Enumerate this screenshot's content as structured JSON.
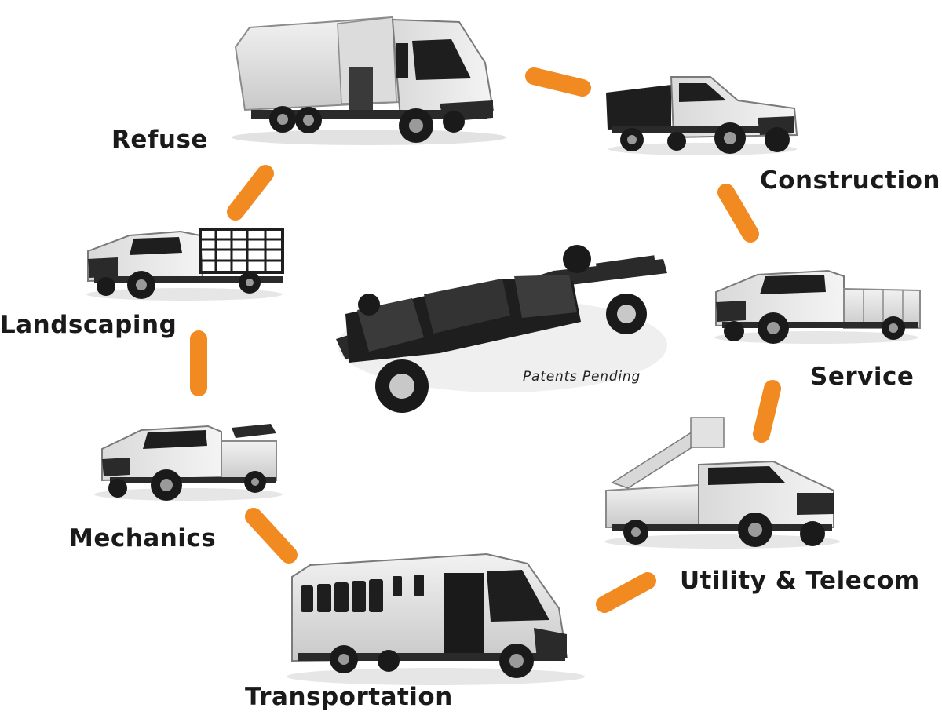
{
  "labels": {
    "refuse": "Refuse",
    "construction": "Construction",
    "landscaping": "Landscaping",
    "service": "Service",
    "mechanics": "Mechanics",
    "utility": "Utility & Telecom",
    "transportation": "Transportation"
  },
  "center_note": "Patents Pending",
  "colors": {
    "connector": "#f18a21",
    "text": "#1a1a1a",
    "body_light": "#e6e6e6",
    "body_mid": "#c8c8c8",
    "dark": "#1e1e1e"
  }
}
